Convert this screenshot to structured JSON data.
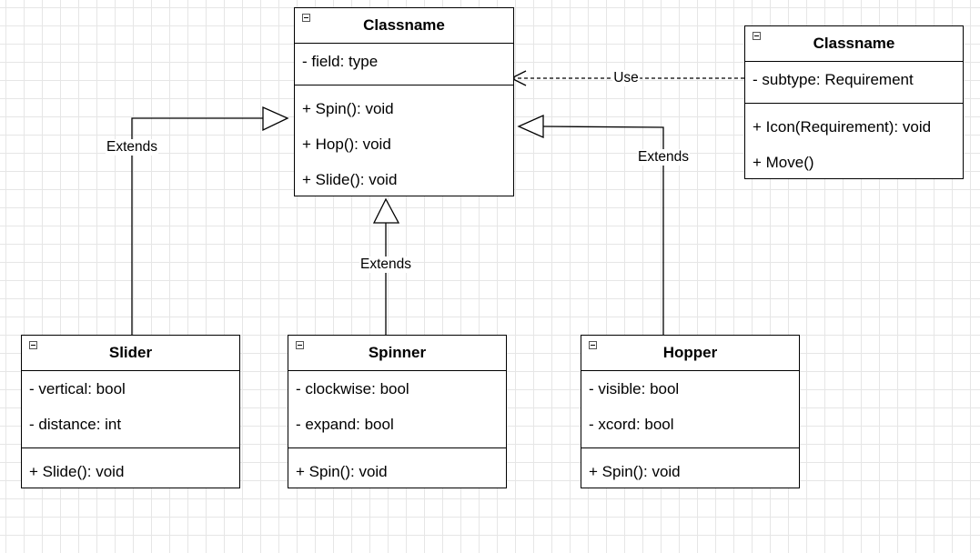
{
  "classes": {
    "base": {
      "name": "Classname",
      "fields": [
        "- field: type"
      ],
      "methods": [
        "+ Spin(): void",
        "+ Hop(): void",
        "+ Slide(): void"
      ]
    },
    "requirement": {
      "name": "Classname",
      "fields": [
        "- subtype: Requirement"
      ],
      "methods": [
        "+ Icon(Requirement): void",
        "+ Move()"
      ]
    },
    "slider": {
      "name": "Slider",
      "fields": [
        "- vertical: bool",
        "- distance: int"
      ],
      "methods": [
        "+ Slide(): void"
      ]
    },
    "spinner": {
      "name": "Spinner",
      "fields": [
        "- clockwise: bool",
        "- expand: bool"
      ],
      "methods": [
        "+ Spin(): void"
      ]
    },
    "hopper": {
      "name": "Hopper",
      "fields": [
        "- visible: bool",
        "- xcord: bool"
      ],
      "methods": [
        "+ Spin(): void"
      ]
    }
  },
  "relations": {
    "slider_extends": "Extends",
    "spinner_extends": "Extends",
    "hopper_extends": "Extends",
    "use": "Use"
  },
  "colors": {
    "line": "#000000",
    "grid": "#e6e6e6",
    "background": "#ffffff"
  }
}
